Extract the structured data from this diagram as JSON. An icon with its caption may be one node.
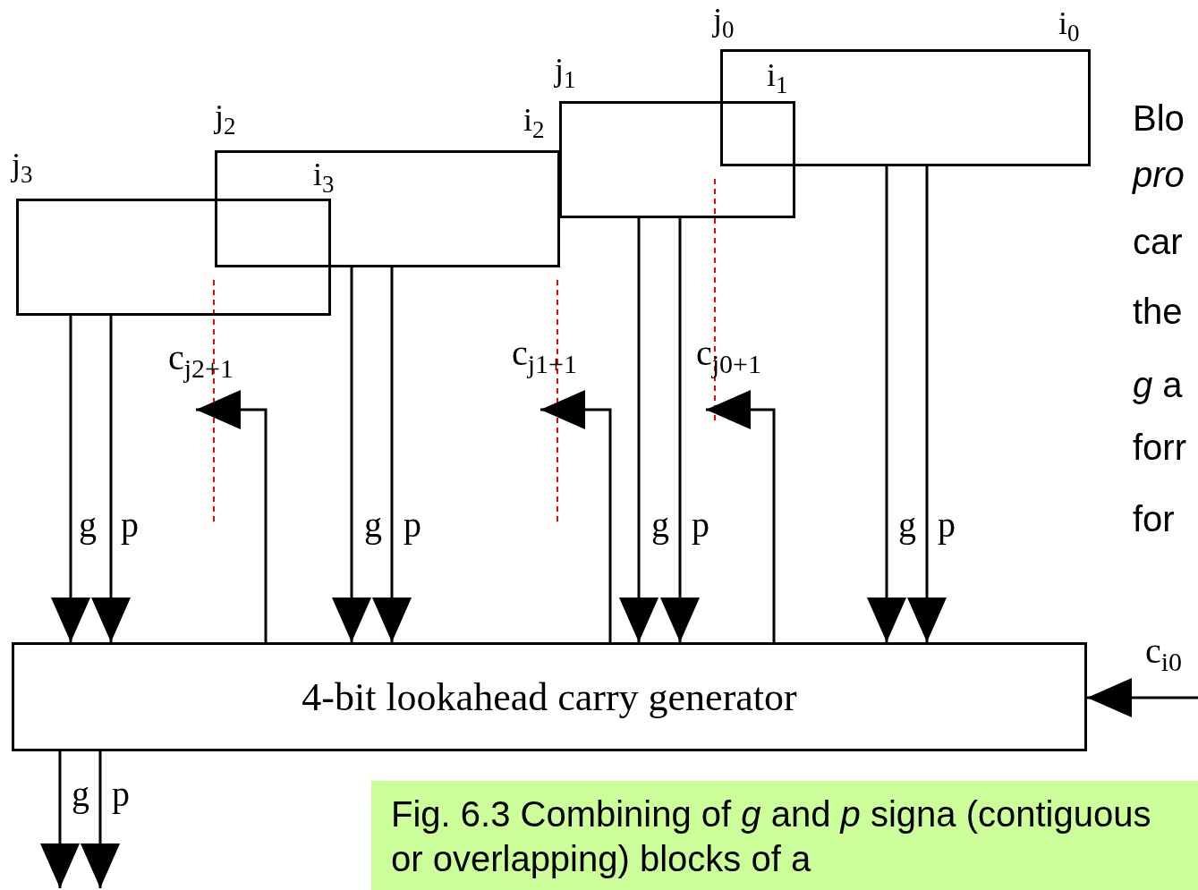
{
  "diagram": {
    "caption": "Fig. 6.3 Combining of *g* and *p* signa (contiguous or overlapping) blocks of a",
    "nodes": [
      {
        "text": [],
        "shape": "box",
        "beside": [
          "j$_{0}$",
          "i$_{0}$"
        ]
      },
      {
        "text": [],
        "shape": "box",
        "beside": [
          "j$_{1}$",
          "i$_{1}$"
        ]
      },
      {
        "text": [],
        "shape": "box",
        "beside": [
          "j$_{2}$",
          "i$_{2}$"
        ]
      },
      {
        "text": [],
        "shape": "box",
        "beside": [
          "j$_{3}$",
          "i$_{3}$"
        ]
      },
      {
        "text": [
          "4-bit lookahead carry generator"
        ]
      }
    ],
    "edges": [
      {
        "from": 0,
        "to": 4,
        "arrow": "to",
        "label": "g"
      },
      {
        "from": 0,
        "to": 4,
        "arrow": "to",
        "label": "p"
      },
      {
        "from": 1,
        "to": 4,
        "arrow": "to",
        "label": "g"
      },
      {
        "from": 1,
        "to": 4,
        "arrow": "to",
        "label": "p"
      },
      {
        "from": 2,
        "to": 4,
        "arrow": "to",
        "label": "g"
      },
      {
        "from": 2,
        "to": 4,
        "arrow": "to",
        "label": "p"
      },
      {
        "from": 3,
        "to": 4,
        "arrow": "to",
        "label": "g"
      },
      {
        "from": 3,
        "to": 4,
        "arrow": "to",
        "label": "p"
      },
      {
        "from": 4,
        "to": null,
        "arrow": "to",
        "label": "c$_{j0+1}$"
      },
      {
        "from": 4,
        "to": null,
        "arrow": "to",
        "label": "c$_{j1+1}$"
      },
      {
        "from": 4,
        "to": null,
        "arrow": "to",
        "label": "c$_{j2+1}$"
      },
      {
        "from": null,
        "to": 4,
        "arrow": "to",
        "label": "c$_{i0}$"
      },
      {
        "from": 4,
        "to": null,
        "arrow": "to",
        "label": "g"
      },
      {
        "from": 4,
        "to": null,
        "arrow": "to",
        "label": "p"
      }
    ],
    "labels": [
      "Blo",
      "*pro*",
      "car",
      "the",
      "*g* a",
      "forr",
      "for"
    ]
  }
}
